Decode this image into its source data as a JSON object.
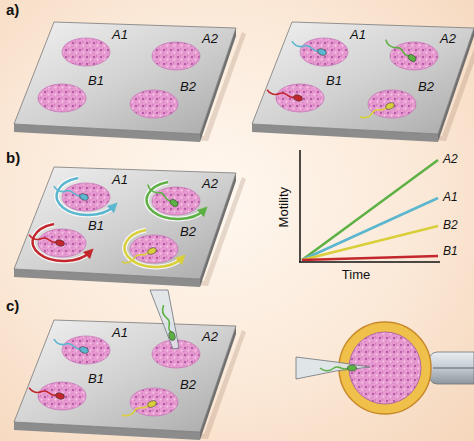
{
  "diagram": {
    "labels": [
      "a)",
      "A1",
      "A2",
      "B1",
      "B2",
      "A1",
      "A2",
      "B1",
      "B2",
      "b)",
      "A1",
      "A2",
      "B1",
      "B2",
      "Motility",
      "Time",
      "A2",
      "A1",
      "B2",
      "B1",
      "c)",
      "A1",
      "A2",
      "B1",
      "B2"
    ]
  }
}
